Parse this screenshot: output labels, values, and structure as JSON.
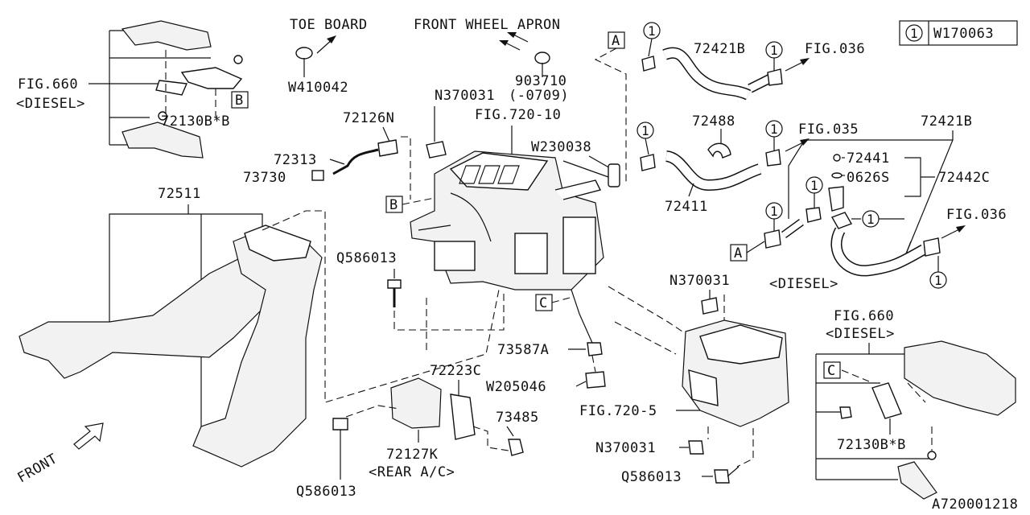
{
  "legend": {
    "circle": "1",
    "code": "W170063"
  },
  "labels": {
    "toe_board": "TOE BOARD",
    "front_wheel_apron": "FRONT WHEEL APRON",
    "w410042": "W410042",
    "p903710": "903710",
    "p903710_note": "(-0709)",
    "fig660_a": "FIG.660",
    "diesel_a": "<DIESEL>",
    "p72130bb_a": "72130B*B",
    "p72126n": "72126N",
    "n370031_a": "N370031",
    "fig720_10": "FIG.720-10",
    "w230038": "W230038",
    "p72421b_a": "72421B",
    "fig036_a": "FIG.036",
    "p72488": "72488",
    "fig035": "FIG.035",
    "p72421b_b": "72421B",
    "p72441": "72441",
    "p0626s": "0626S",
    "p72442c": "72442C",
    "p72411": "72411",
    "fig036_b": "FIG.036",
    "diesel_b": "<DIESEL>",
    "p72313": "72313",
    "p73730": "73730",
    "p72511": "72511",
    "q586013_a": "Q586013",
    "n370031_b": "N370031",
    "p73587a": "73587A",
    "w205046": "W205046",
    "p72223c": "72223C",
    "p73485": "73485",
    "p72127k": "72127K",
    "rear_ac": "<REAR A/C>",
    "q586013_b": "Q586013",
    "fig720_5": "FIG.720-5",
    "n370031_c": "N370031",
    "q586013_c": "Q586013",
    "fig660_b": "FIG.660",
    "diesel_c": "<DIESEL>",
    "p72130bb_b": "72130B*B",
    "front": "FRONT",
    "diagram_id": "A720001218"
  },
  "callouts": {
    "a": "A",
    "b": "B",
    "c": "C"
  }
}
